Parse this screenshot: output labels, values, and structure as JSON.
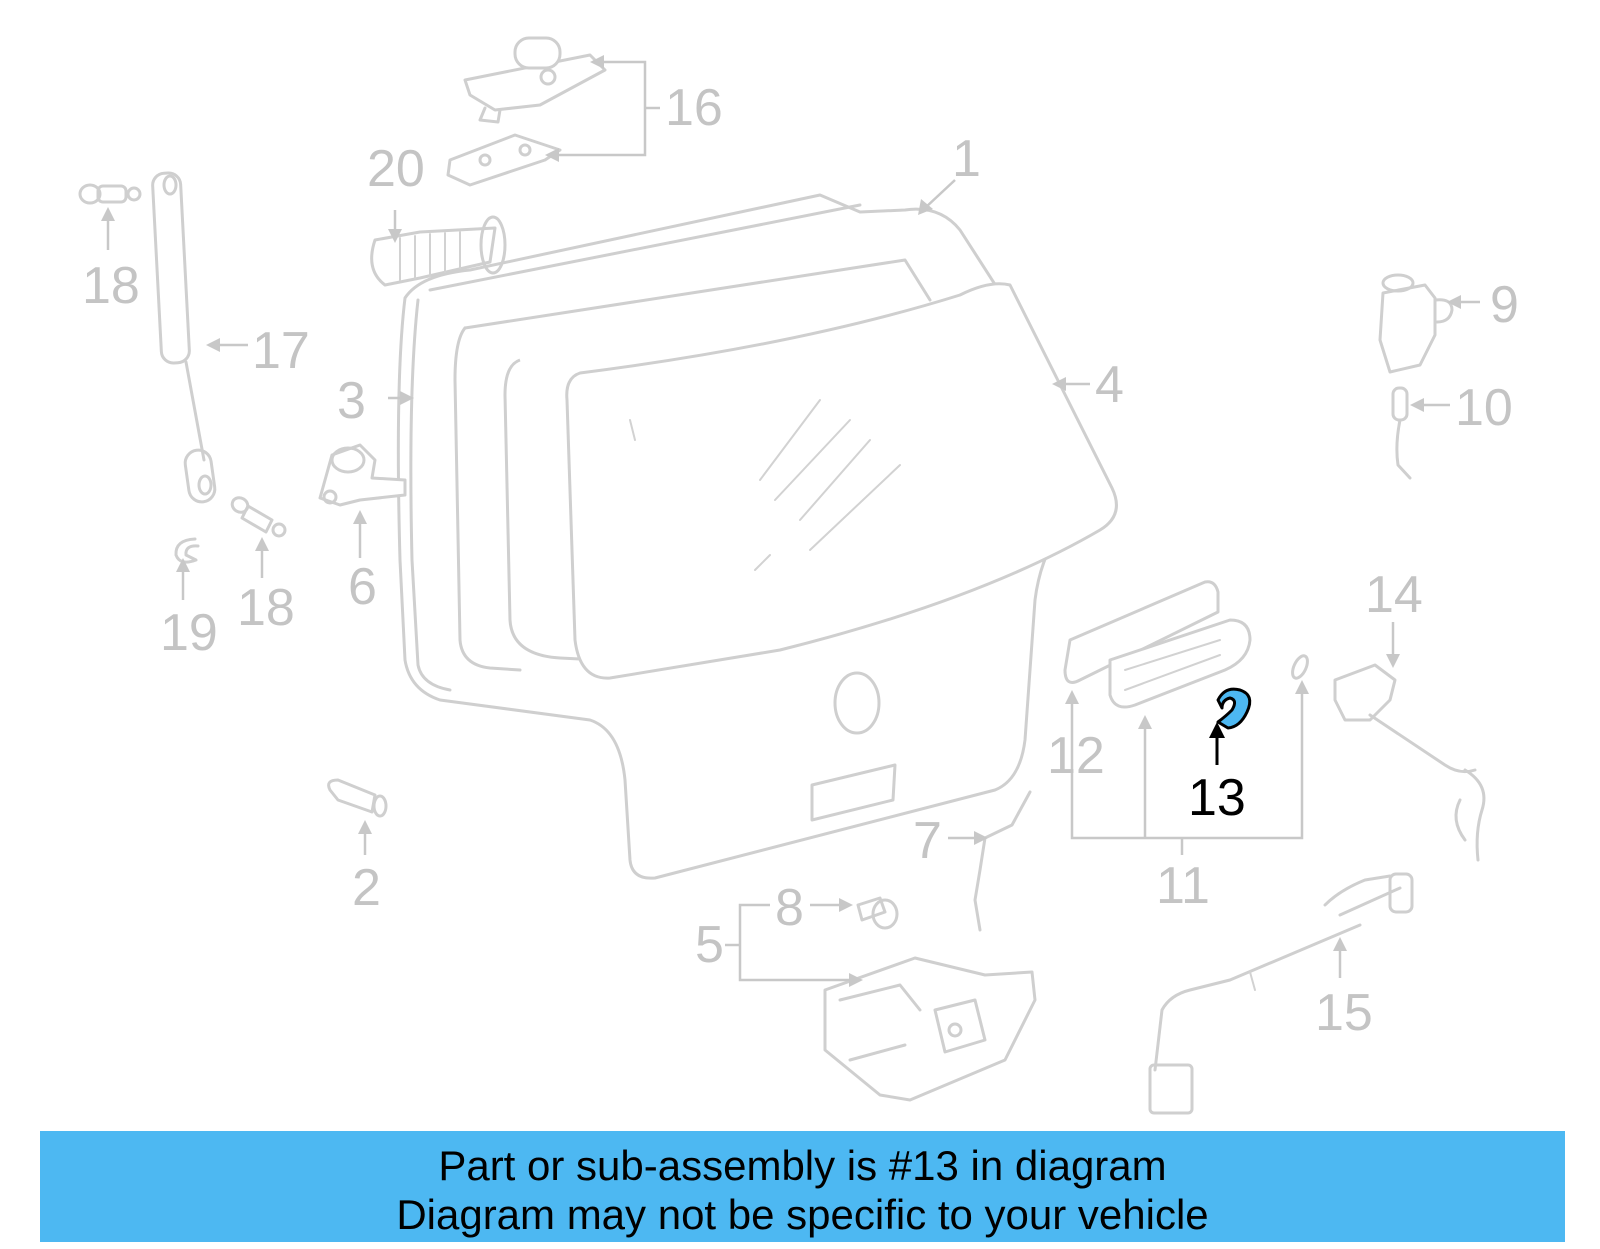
{
  "callouts": {
    "c1": "1",
    "c2": "2",
    "c3": "3",
    "c4": "4",
    "c5": "5",
    "c6": "6",
    "c7": "7",
    "c8": "8",
    "c9": "9",
    "c10": "10",
    "c11": "11",
    "c12": "12",
    "c13": "13",
    "c14": "14",
    "c15": "15",
    "c16": "16",
    "c17": "17",
    "c18a": "18",
    "c18b": "18",
    "c19": "19",
    "c20": "20"
  },
  "highlight": {
    "part_number": "13",
    "color": "#4db8f2"
  },
  "banner": {
    "line1": "Part or sub-assembly is #13 in diagram",
    "line2": "Diagram may not be specific to your vehicle",
    "background": "#4db8f2"
  }
}
